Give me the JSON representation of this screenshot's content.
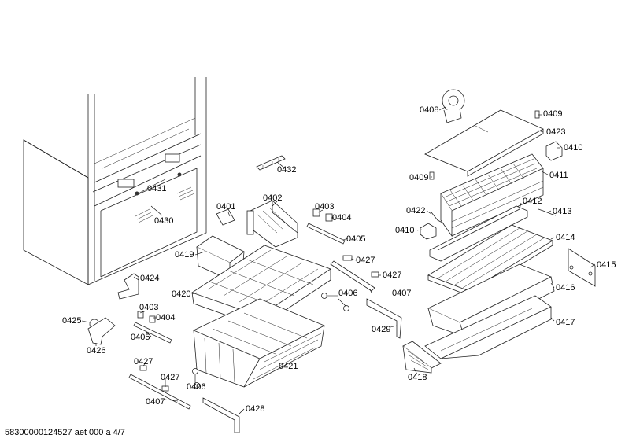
{
  "labels": {
    "p0401": "0401",
    "p0402": "0402",
    "p0403a": "0403",
    "p0404a": "0404",
    "p0405a": "0405",
    "p0427a": "0427",
    "p0427b": "0427",
    "p0407a": "0407",
    "p0406a": "0406",
    "p0419": "0419",
    "p0420": "0420",
    "p0421": "0421",
    "p0424": "0424",
    "p0403b": "0403",
    "p0404b": "0404",
    "p0405b": "0405",
    "p0425": "0425",
    "p0426": "0426",
    "p0427c": "0427",
    "p0427d": "0427",
    "p0406b": "0406",
    "p0407b": "0407",
    "p0428": "0428",
    "p0429": "0429",
    "p0431": "0431",
    "p0430": "0430",
    "p0432": "0432",
    "p0408": "0408",
    "p0409a": "0409",
    "p0409b": "0409",
    "p0423": "0423",
    "p0410a": "0410",
    "p0410b": "0410",
    "p0411": "0411",
    "p0412": "0412",
    "p0413": "0413",
    "p0422": "0422",
    "p0414": "0414",
    "p0415": "0415",
    "p0416": "0416",
    "p0417": "0417",
    "p0418": "0418"
  },
  "footer": "58300000124527 aet 000 a 4/7"
}
